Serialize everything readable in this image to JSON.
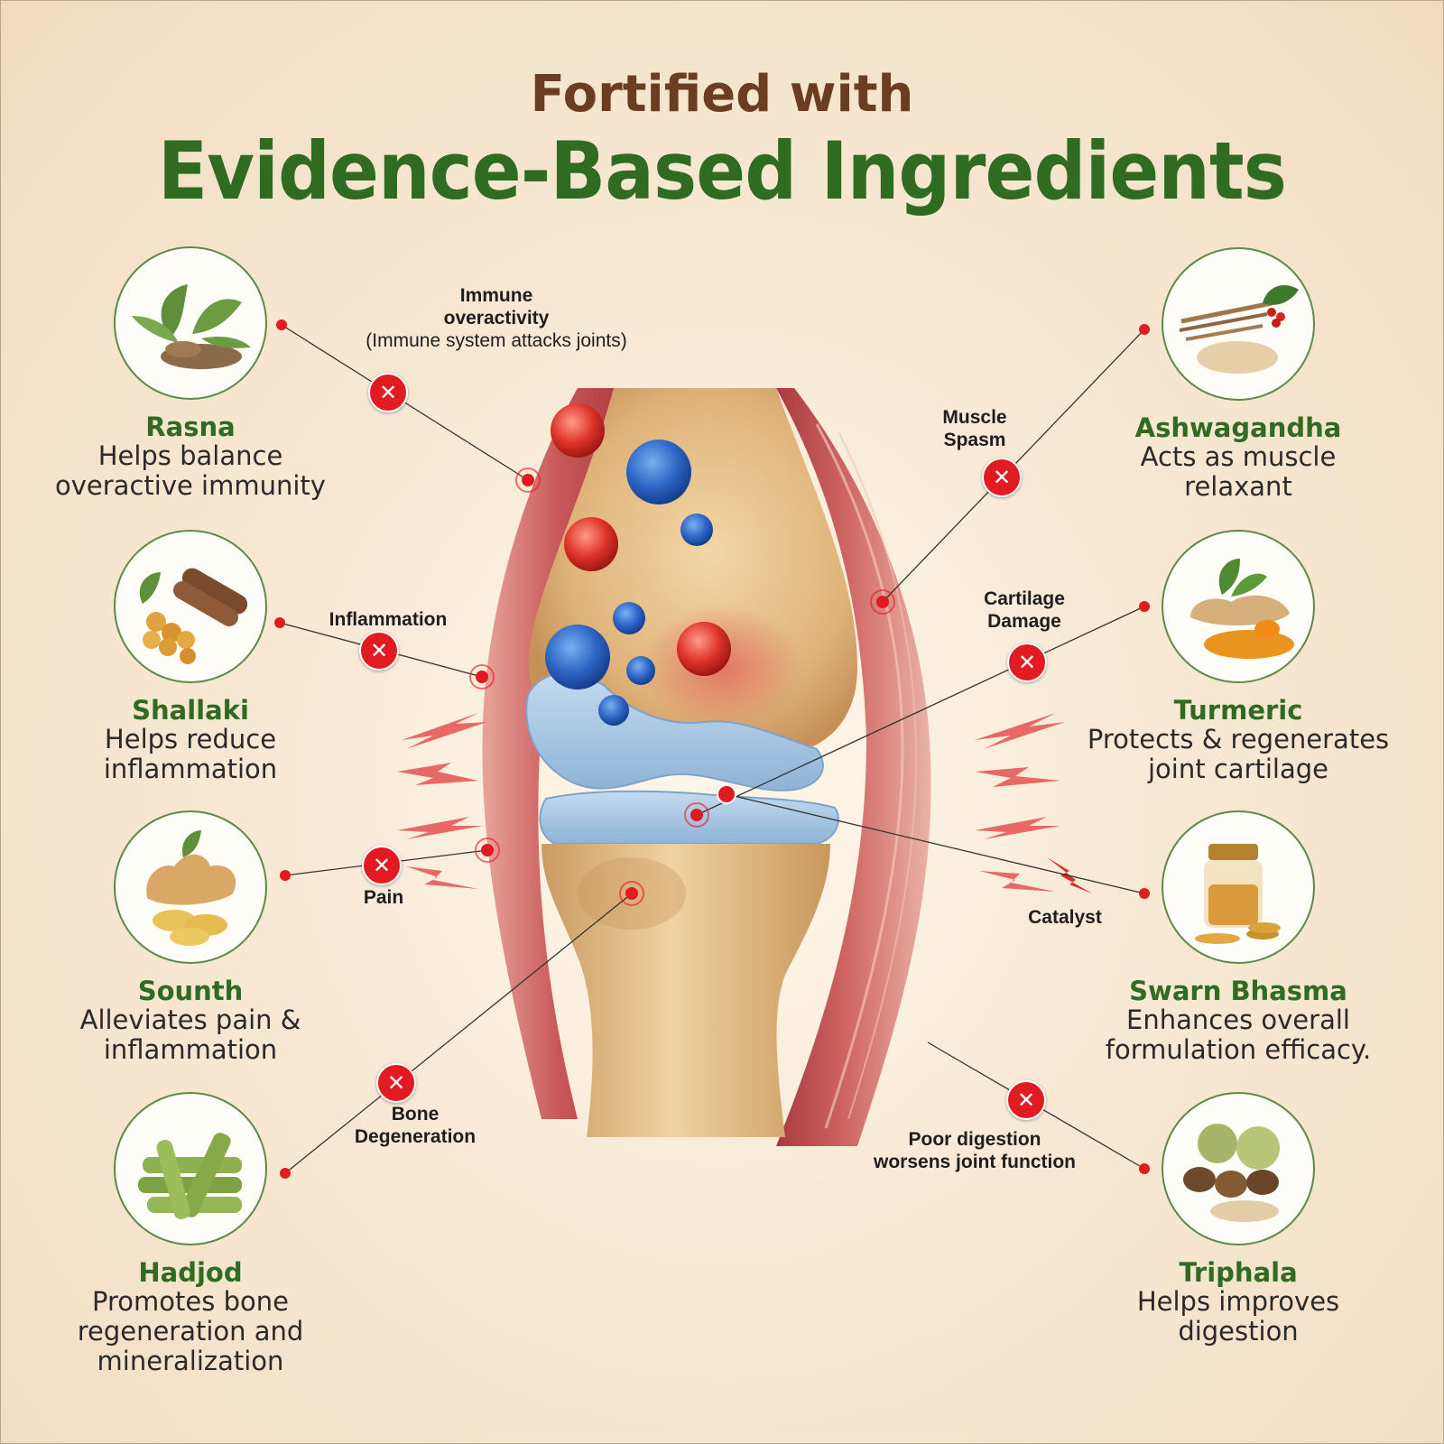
{
  "header": {
    "line1": "Fortified with",
    "line2": "Evidence-Based Ingredients"
  },
  "colors": {
    "brown": "#6b3d22",
    "green": "#2f6b23",
    "red": "#e21b23",
    "cartilage": "#a9c9e6",
    "bone": "#e3c38d",
    "muscle": "#c8575a"
  },
  "ingredients": {
    "rasna": {
      "name": "Rasna",
      "desc": "Helps balance\noveractive immunity",
      "icon": "leaf-root-icon"
    },
    "shallaki": {
      "name": "Shallaki",
      "desc": "Helps reduce\ninflammation",
      "icon": "resin-bark-icon"
    },
    "sounth": {
      "name": "Sounth",
      "desc": "Alleviates pain &\ninflammation",
      "icon": "ginger-icon"
    },
    "hadjod": {
      "name": "Hadjod",
      "desc": "Promotes bone\nregeneration and\nmineralization",
      "icon": "stem-icon"
    },
    "ashwagandha": {
      "name": "Ashwagandha",
      "desc": "Acts as muscle\nrelaxant",
      "icon": "root-powder-icon"
    },
    "turmeric": {
      "name": "Turmeric",
      "desc": "Protects & regenerates\njoint cartilage",
      "icon": "turmeric-icon"
    },
    "swarn": {
      "name": "Swarn Bhasma",
      "desc": "Enhances overall\nformulation efficacy.",
      "icon": "gold-jar-icon"
    },
    "triphala": {
      "name": "Triphala",
      "desc": "Helps improves\ndigestion",
      "icon": "fruits-icon"
    }
  },
  "problems": {
    "immune": {
      "title": "Immune\noveractivity",
      "sub": "(Immune system attacks joints)"
    },
    "inflammation": {
      "title": "Inflammation"
    },
    "pain": {
      "title": "Pain"
    },
    "bone": {
      "title": "Bone\nDegeneration"
    },
    "muscle": {
      "title": "Muscle\nSpasm"
    },
    "cartilage": {
      "title": "Cartilage\nDamage"
    },
    "catalyst": {
      "title": "Catalyst"
    },
    "digestion": {
      "title": "Poor digestion\nworsens joint function"
    }
  },
  "mark_symbol": "✕"
}
